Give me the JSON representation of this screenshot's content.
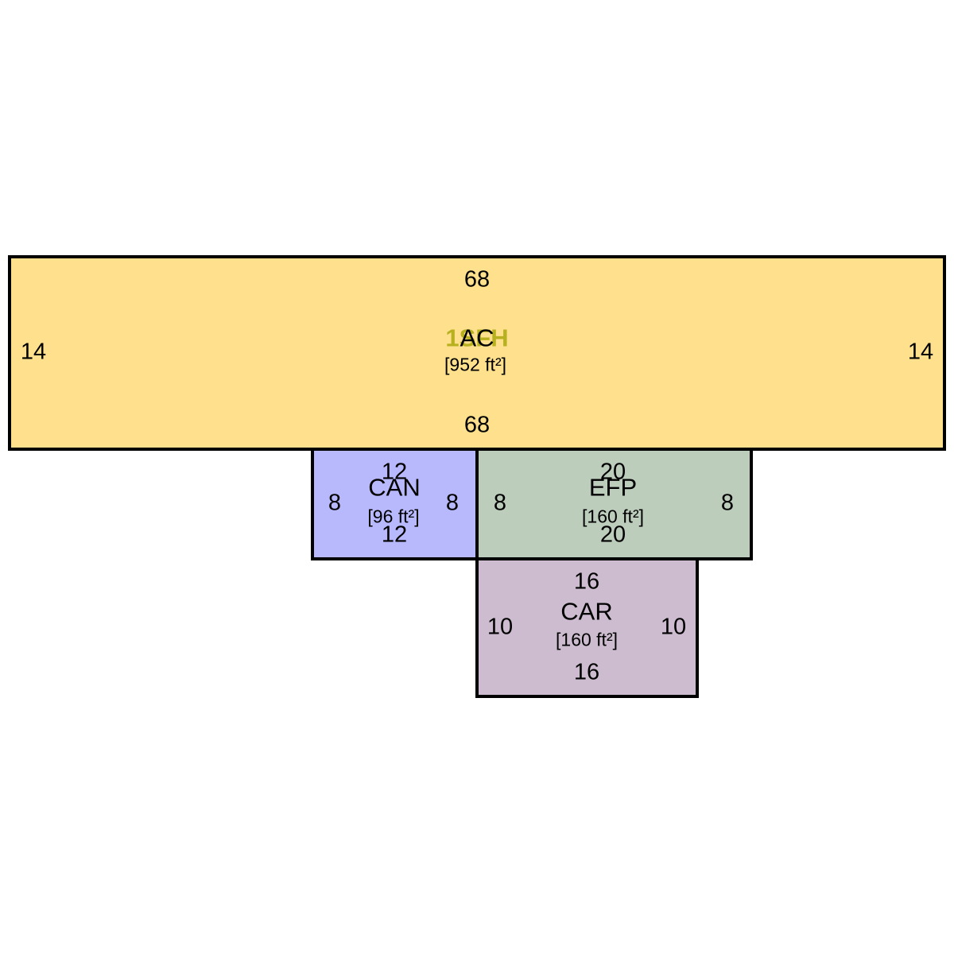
{
  "colors": {
    "ac": "#fee08d",
    "can": "#b8b9fd",
    "efp": "#bccdbc",
    "car": "#cdbbd0",
    "border": "#000000",
    "hint": "#b8b11f"
  },
  "rooms": {
    "ac": {
      "code": "AC",
      "overlay": "1SFH",
      "area": "[952 ft²]",
      "top": "68",
      "bottom": "68",
      "left": "14",
      "right": "14"
    },
    "can": {
      "code": "CAN",
      "area": "[96 ft²]",
      "top": "12",
      "bottom": "12",
      "left": "8",
      "right": "8"
    },
    "efp": {
      "code": "EFP",
      "area": "[160 ft²]",
      "top": "20",
      "bottom": "20",
      "left": "8",
      "right": "8"
    },
    "car": {
      "code": "CAR",
      "area": "[160 ft²]",
      "top": "16",
      "bottom": "16",
      "left": "10",
      "right": "10"
    }
  }
}
